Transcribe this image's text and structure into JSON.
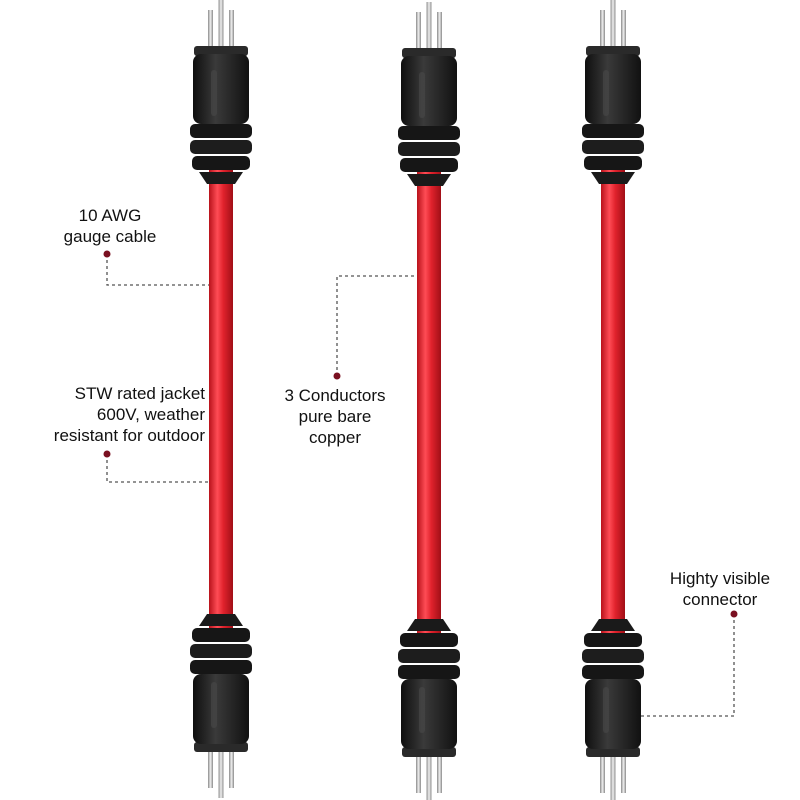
{
  "callouts": {
    "awg": {
      "line1": "10 AWG",
      "line2": "gauge cable"
    },
    "jacket": {
      "line1": "STW rated jacket",
      "line2": "600V, weather",
      "line3": "resistant for outdoor"
    },
    "conductors": {
      "line1": "3 Conductors",
      "line2": "pure bare",
      "line3": "copper"
    },
    "connector": {
      "line1": "Highty visible",
      "line2": "connector"
    }
  },
  "colors": {
    "cable": "#e0222c",
    "cable_highlight": "#ff5a60",
    "plug_body": "#1c1c1c",
    "plug_highlight": "#3a3a3a",
    "prong": "#c9c9c9",
    "leader_line": "#555555",
    "leader_dot": "#7a1020",
    "background": "#ffffff"
  }
}
